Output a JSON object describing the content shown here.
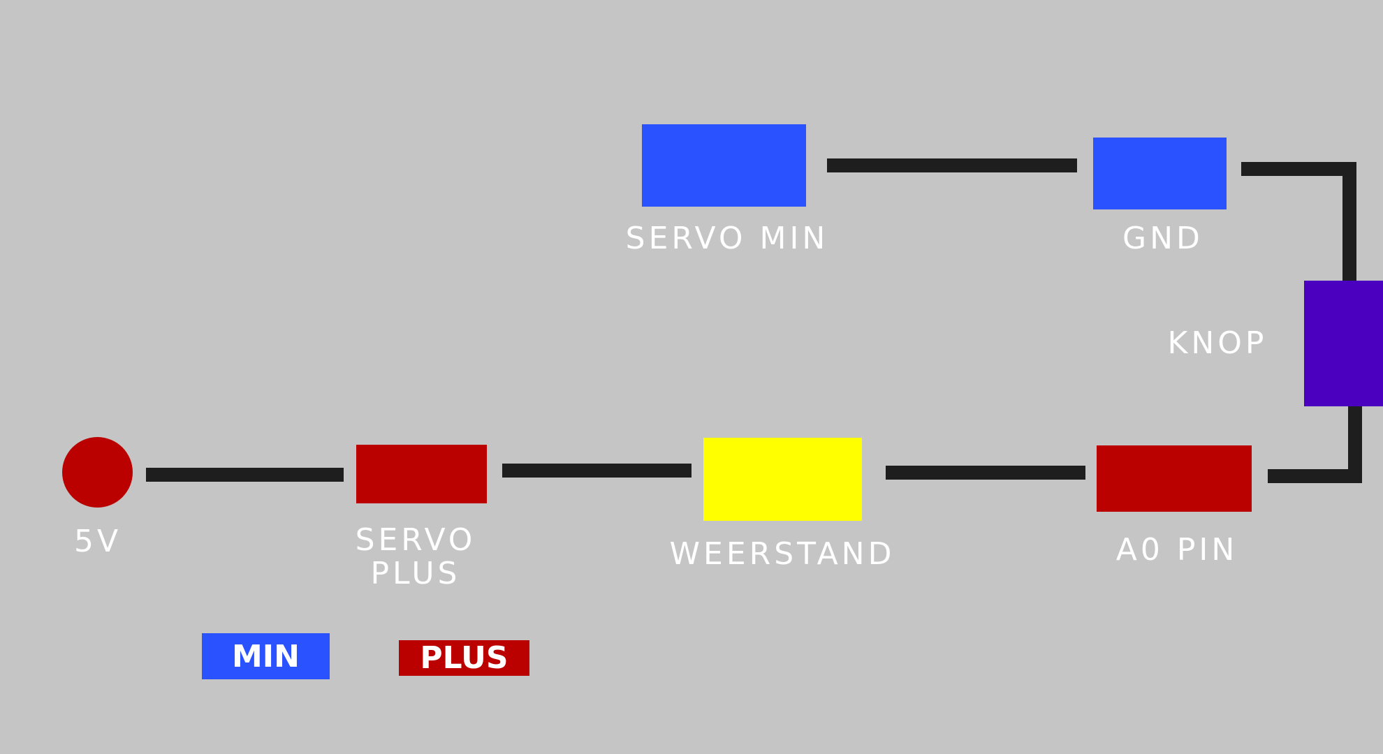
{
  "colors": {
    "background": "#c5c5c5",
    "min": "#2a52ff",
    "plus": "#bb0000",
    "weerstand": "#ffff00",
    "knop": "#4b00bf",
    "wire": "#1e1e1e",
    "text": "#ffffff"
  },
  "components": {
    "servo_min": "SERVO MIN",
    "gnd": "GND",
    "knop": "KNOP",
    "fivev": "5V",
    "servo_plus_line1": "SERVO",
    "servo_plus_line2": "PLUS",
    "weerstand": "WEERSTAND",
    "a0_pin": "A0 PIN"
  },
  "legend": {
    "min": "MIN",
    "plus": "PLUS"
  }
}
